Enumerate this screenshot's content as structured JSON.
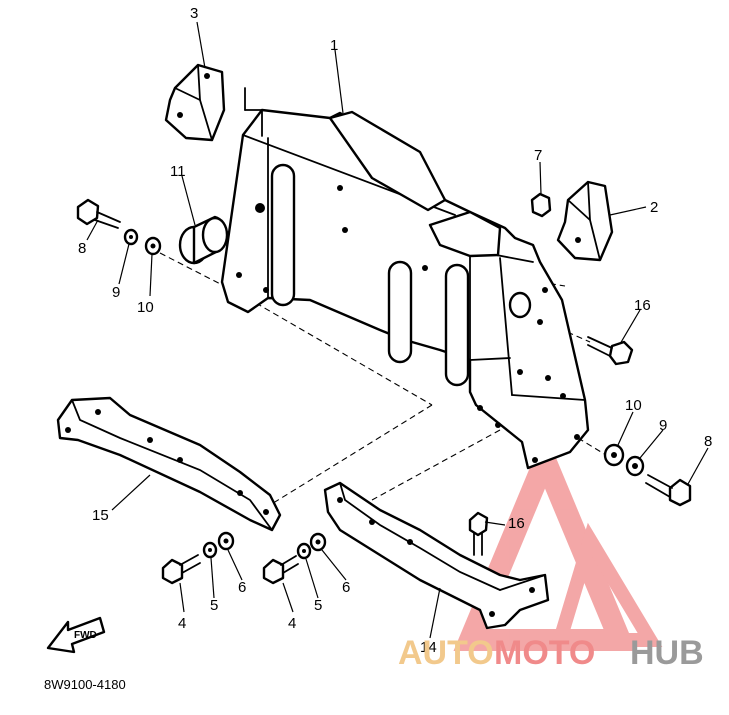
{
  "callouts": {
    "n1": "1",
    "n2": "2",
    "n3": "3",
    "n4a": "4",
    "n4b": "4",
    "n5a": "5",
    "n5b": "5",
    "n6a": "6",
    "n6b": "6",
    "n7": "7",
    "n8a": "8",
    "n8b": "8",
    "n9a": "9",
    "n9b": "9",
    "n10a": "10",
    "n10b": "10",
    "n11": "11",
    "n14": "14",
    "n15": "15",
    "n16a": "16",
    "n16b": "16"
  },
  "diagram_code": "8W9100-4180",
  "fwd_label": "FWD",
  "watermark": {
    "part1": "AUTO",
    "part2": "MOTO",
    "part3": "HUB"
  },
  "colors": {
    "watermark_orange": "#f2c98c",
    "watermark_red": "#f08a8a",
    "watermark_gray": "#9a9a9a"
  }
}
